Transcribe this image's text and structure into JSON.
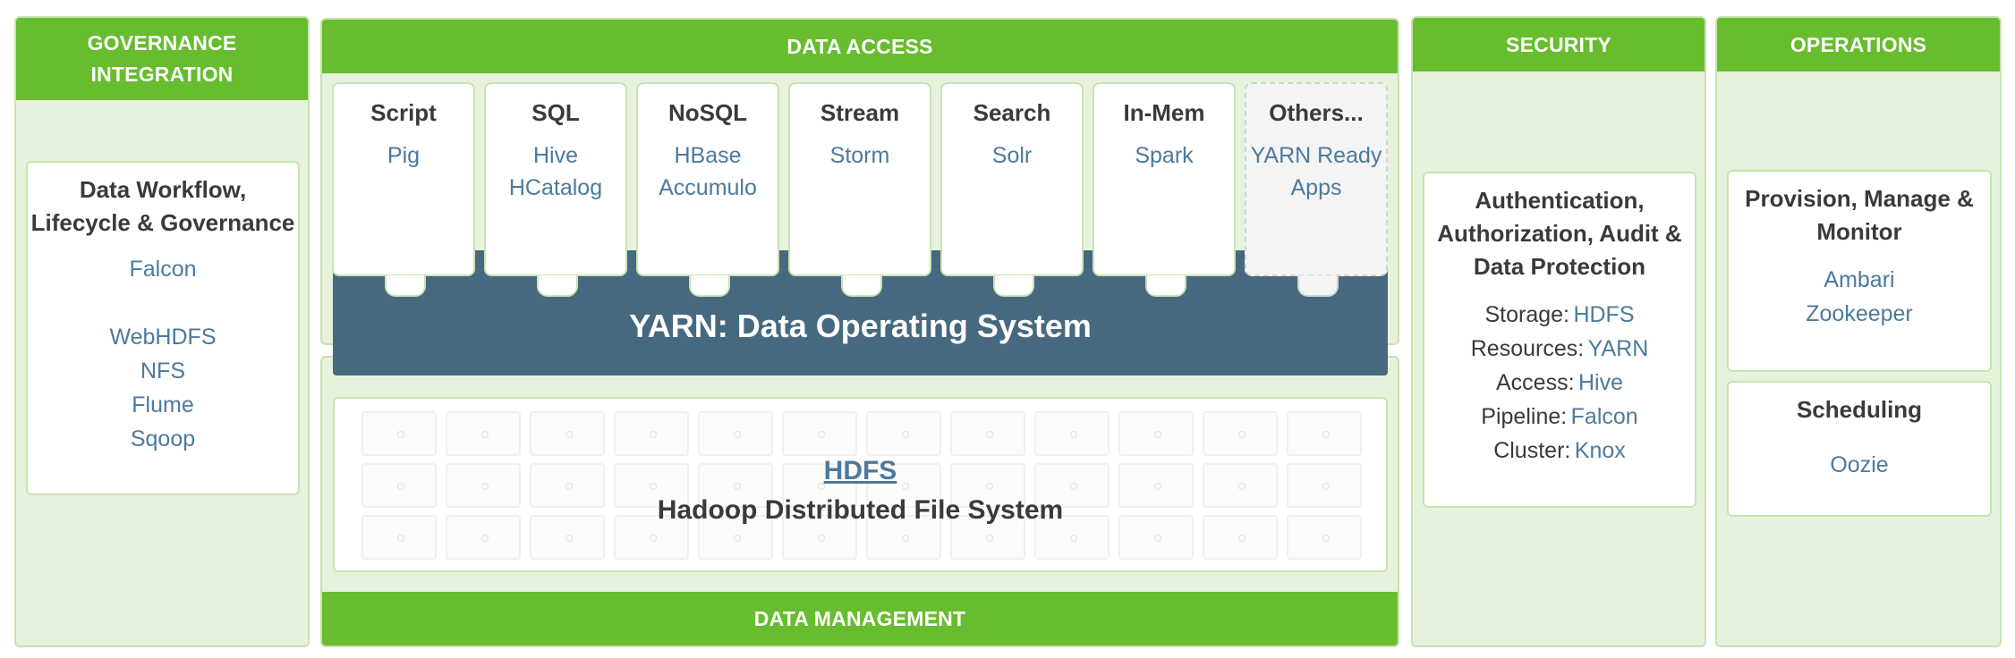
{
  "governance": {
    "header_line1": "GOVERNANCE",
    "header_line2": "INTEGRATION",
    "card_title_line1": "Data Workflow,",
    "card_title_line2": "Lifecycle & Governance",
    "items": [
      "Falcon",
      "WebHDFS",
      "NFS",
      "Flume",
      "Sqoop"
    ]
  },
  "data_access": {
    "header": "DATA ACCESS",
    "engines": [
      {
        "title": "Script",
        "line1": "Pig",
        "line2": ""
      },
      {
        "title": "SQL",
        "line1": "Hive",
        "line2": "HCatalog"
      },
      {
        "title": "NoSQL",
        "line1": "HBase",
        "line2": "Accumulo"
      },
      {
        "title": "Stream",
        "line1": "Storm",
        "line2": ""
      },
      {
        "title": "Search",
        "line1": "Solr",
        "line2": ""
      },
      {
        "title": "In-Mem",
        "line1": "Spark",
        "line2": ""
      },
      {
        "title": "Others...",
        "line1": "YARN Ready",
        "line2": "Apps"
      }
    ],
    "yarn_label": "YARN: Data Operating System"
  },
  "data_management": {
    "hdfs_link": "HDFS",
    "hdfs_subtitle": "Hadoop Distributed File System",
    "header": "DATA MANAGEMENT",
    "grid_rows": 3,
    "grid_cols": 12
  },
  "security": {
    "header": "SECURITY",
    "card_title_line1": "Authentication,",
    "card_title_line2": "Authorization, Audit &",
    "card_title_line3": "Data Protection",
    "rows": [
      {
        "label": "Storage:",
        "value": "HDFS"
      },
      {
        "label": "Resources:",
        "value": "YARN"
      },
      {
        "label": "Access:",
        "value": "Hive"
      },
      {
        "label": "Pipeline:",
        "value": "Falcon"
      },
      {
        "label": "Cluster:",
        "value": "Knox"
      }
    ]
  },
  "operations": {
    "header": "OPERATIONS",
    "card1_title_line1": "Provision, Manage &",
    "card1_title_line2": "Monitor",
    "card1_items": [
      "Ambari",
      "Zookeeper"
    ],
    "card2_title": "Scheduling",
    "card2_items": [
      "Oozie"
    ]
  },
  "colors": {
    "header_green": "#67bd2e",
    "panel_bg": "#e6f2dc",
    "yarn_blue": "#46697f",
    "link_blue": "#4c7a9e"
  }
}
